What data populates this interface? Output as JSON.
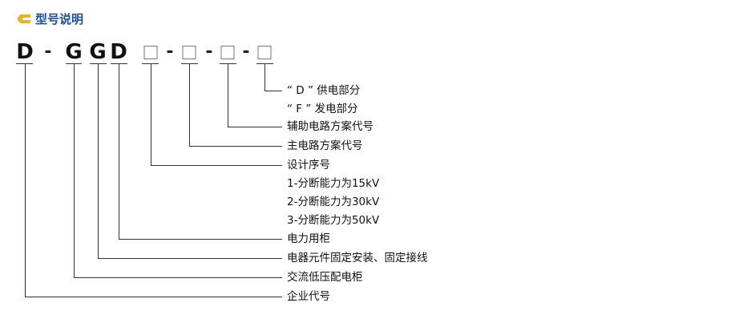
{
  "header": {
    "title": "型号说明",
    "icon": "tag-icon"
  },
  "code": {
    "letters": [
      "D",
      "G",
      "G",
      "D"
    ],
    "dash": "-"
  },
  "labels": [
    "“ D ” 供电部分",
    "“ F ” 发电部分",
    "辅助电路方案代号",
    "主电路方案代号",
    "设计序号",
    "1-分断能力为15kV",
    "2-分断能力为30kV",
    "3-分断能力为50kV",
    "电力用柜",
    "电器元件固定安装、固定接线",
    "交流低压配电柜",
    "企业代号"
  ]
}
